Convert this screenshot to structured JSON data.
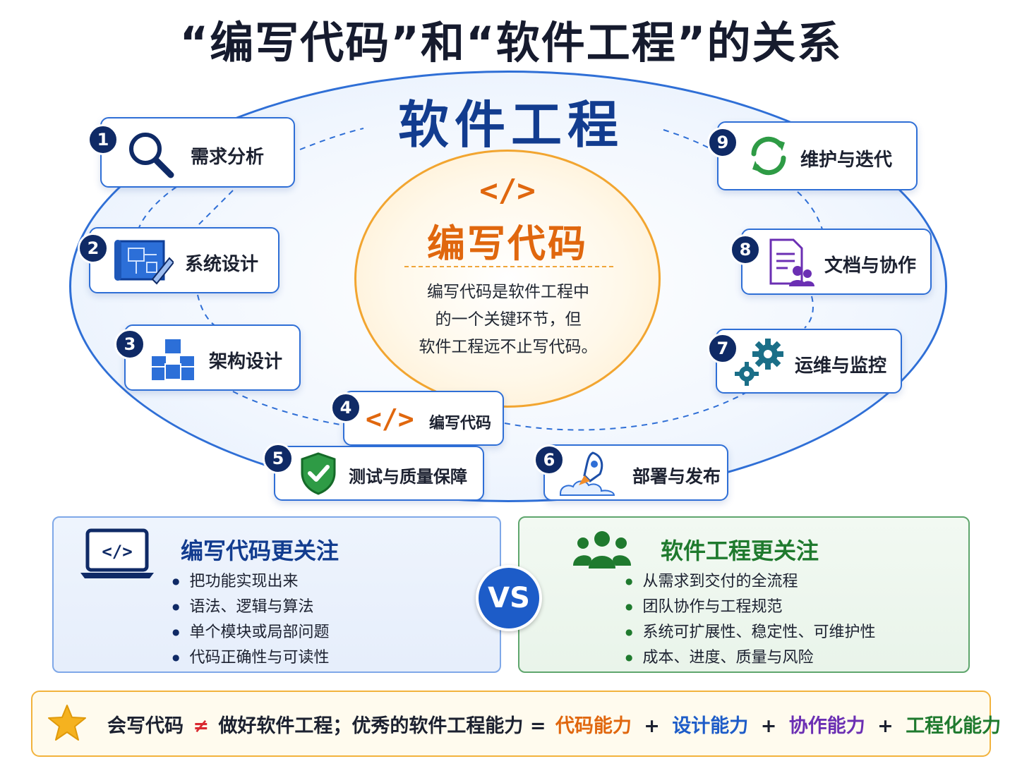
{
  "title": "“编写代码”和“软件工程”的关系",
  "outer": {
    "title": "软件工程"
  },
  "center": {
    "symbol": "</>",
    "title": "编写代码",
    "desc_lines": [
      "编写代码是软件工程中",
      "的一个关键环节，但",
      "软件工程远不止写代码。"
    ]
  },
  "steps": [
    {
      "num": "1",
      "label": "需求分析",
      "icon": "magnifier-icon"
    },
    {
      "num": "2",
      "label": "系统设计",
      "icon": "blueprint-icon"
    },
    {
      "num": "3",
      "label": "架构设计",
      "icon": "cubes-icon"
    },
    {
      "num": "4",
      "label": "编写代码",
      "icon": "code-icon"
    },
    {
      "num": "5",
      "label": "测试与质量保障",
      "icon": "shield-check-icon"
    },
    {
      "num": "6",
      "label": "部署与发布",
      "icon": "rocket-icon"
    },
    {
      "num": "7",
      "label": "运维与监控",
      "icon": "gears-icon"
    },
    {
      "num": "8",
      "label": "文档与协作",
      "icon": "document-people-icon"
    },
    {
      "num": "9",
      "label": "维护与迭代",
      "icon": "refresh-icon"
    }
  ],
  "compare": {
    "left": {
      "title": "编写代码更关注",
      "icon": "laptop-code-icon",
      "items": [
        "把功能实现出来",
        "语法、逻辑与算法",
        "单个模块或局部问题",
        "代码正确性与可读性"
      ]
    },
    "vs": "VS",
    "right": {
      "title": "软件工程更关注",
      "icon": "team-icon",
      "items": [
        "从需求到交付的全流程",
        "团队协作与工程规范",
        "系统可扩展性、稳定性、可维护性",
        "成本、进度、质量与风险"
      ]
    }
  },
  "footer": {
    "icon": "star-icon",
    "part1": "会写代码",
    "neq": "≠",
    "part2": "做好软件工程；优秀的软件工程能力 =",
    "t1": "代码能力",
    "plus": "+",
    "t2": "设计能力",
    "t3": "协作能力",
    "t4": "工程化能力"
  },
  "colors": {
    "navy": "#0f2a66",
    "blue": "#2f6fd6",
    "orange": "#e0670e",
    "purple": "#6b2fb3",
    "green": "#1f7a2e",
    "neq_red": "#d9282f"
  }
}
